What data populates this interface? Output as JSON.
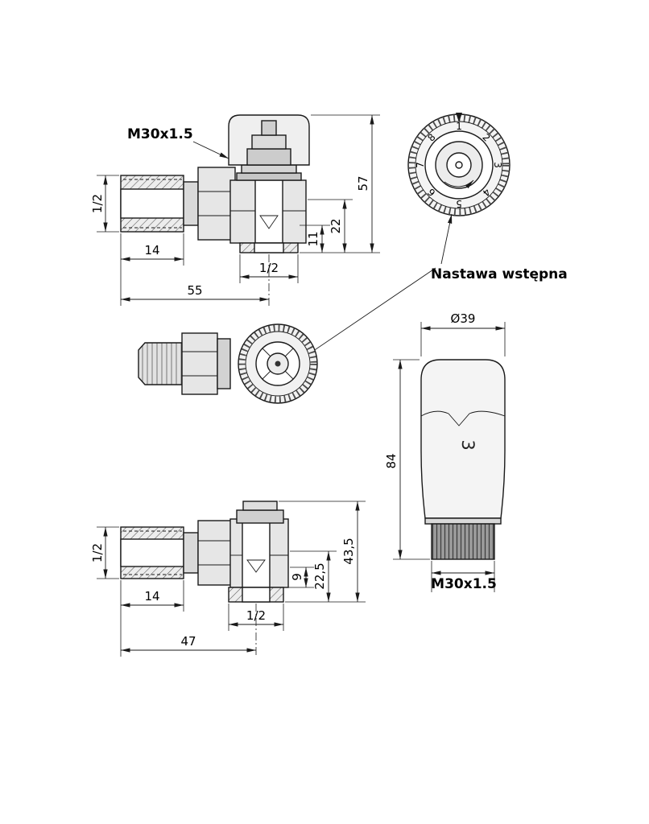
{
  "top_valve": {
    "thread_label": "M30x1.5",
    "dim_inlet_size": "1/2",
    "dim_inlet_len": "14",
    "dim_total_len": "55",
    "dim_outlet_size": "1/2",
    "dim_a": "11",
    "dim_b": "22",
    "dim_height": "57"
  },
  "dial": {
    "label": "Nastawa wstępna",
    "numbers": [
      "1",
      "2",
      "3",
      "4",
      "5",
      "6",
      "7",
      "8"
    ]
  },
  "head": {
    "dim_diameter": "Ø39",
    "dim_height": "84",
    "setting": "3",
    "thread_label": "M30x1.5"
  },
  "bottom_valve": {
    "dim_inlet_size": "1/2",
    "dim_inlet_len": "14",
    "dim_total_len": "47",
    "dim_outlet_size": "1/2",
    "dim_a": "9",
    "dim_b": "22,5",
    "dim_height": "43,5"
  },
  "colors": {
    "line": "#1a1a1a",
    "fill_light": "#e8e8e8",
    "fill_mid": "#cfcfcf",
    "fill_dark": "#9b9b9b",
    "background": "#ffffff"
  }
}
